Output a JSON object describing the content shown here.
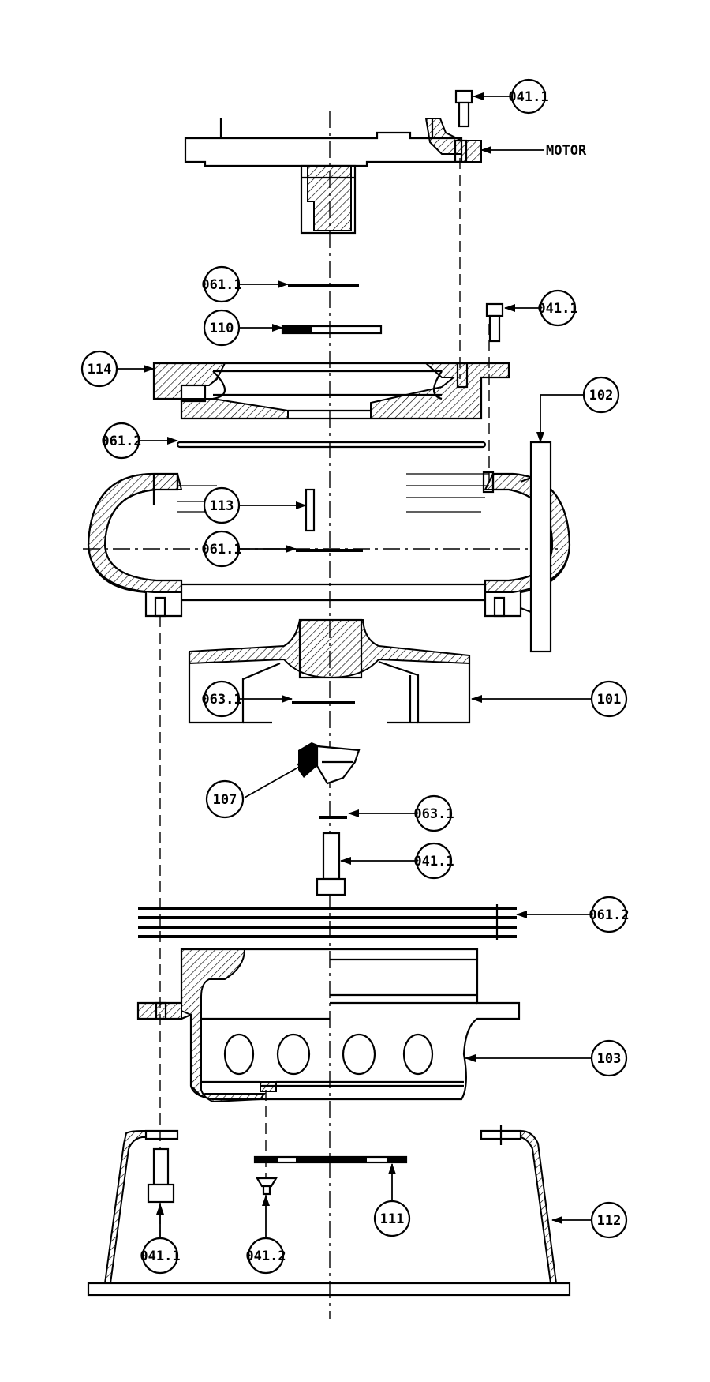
{
  "labels": {
    "motor": "MOTOR",
    "c_0411_top": "041.1",
    "c_0611_a": "061.1",
    "c_110": "110",
    "c_0411_b": "041.1",
    "c_114": "114",
    "c_0612_a": "061.2",
    "c_102": "102",
    "c_113": "113",
    "c_0611_b": "061.1",
    "c_0631_a": "063.1",
    "c_101": "101",
    "c_107": "107",
    "c_0631_b": "063.1",
    "c_0411_c": "041.1",
    "c_0612_b": "061.2",
    "c_103": "103",
    "c_111": "111",
    "c_112": "112",
    "c_0411_d": "041.1",
    "c_0412": "041.2"
  }
}
